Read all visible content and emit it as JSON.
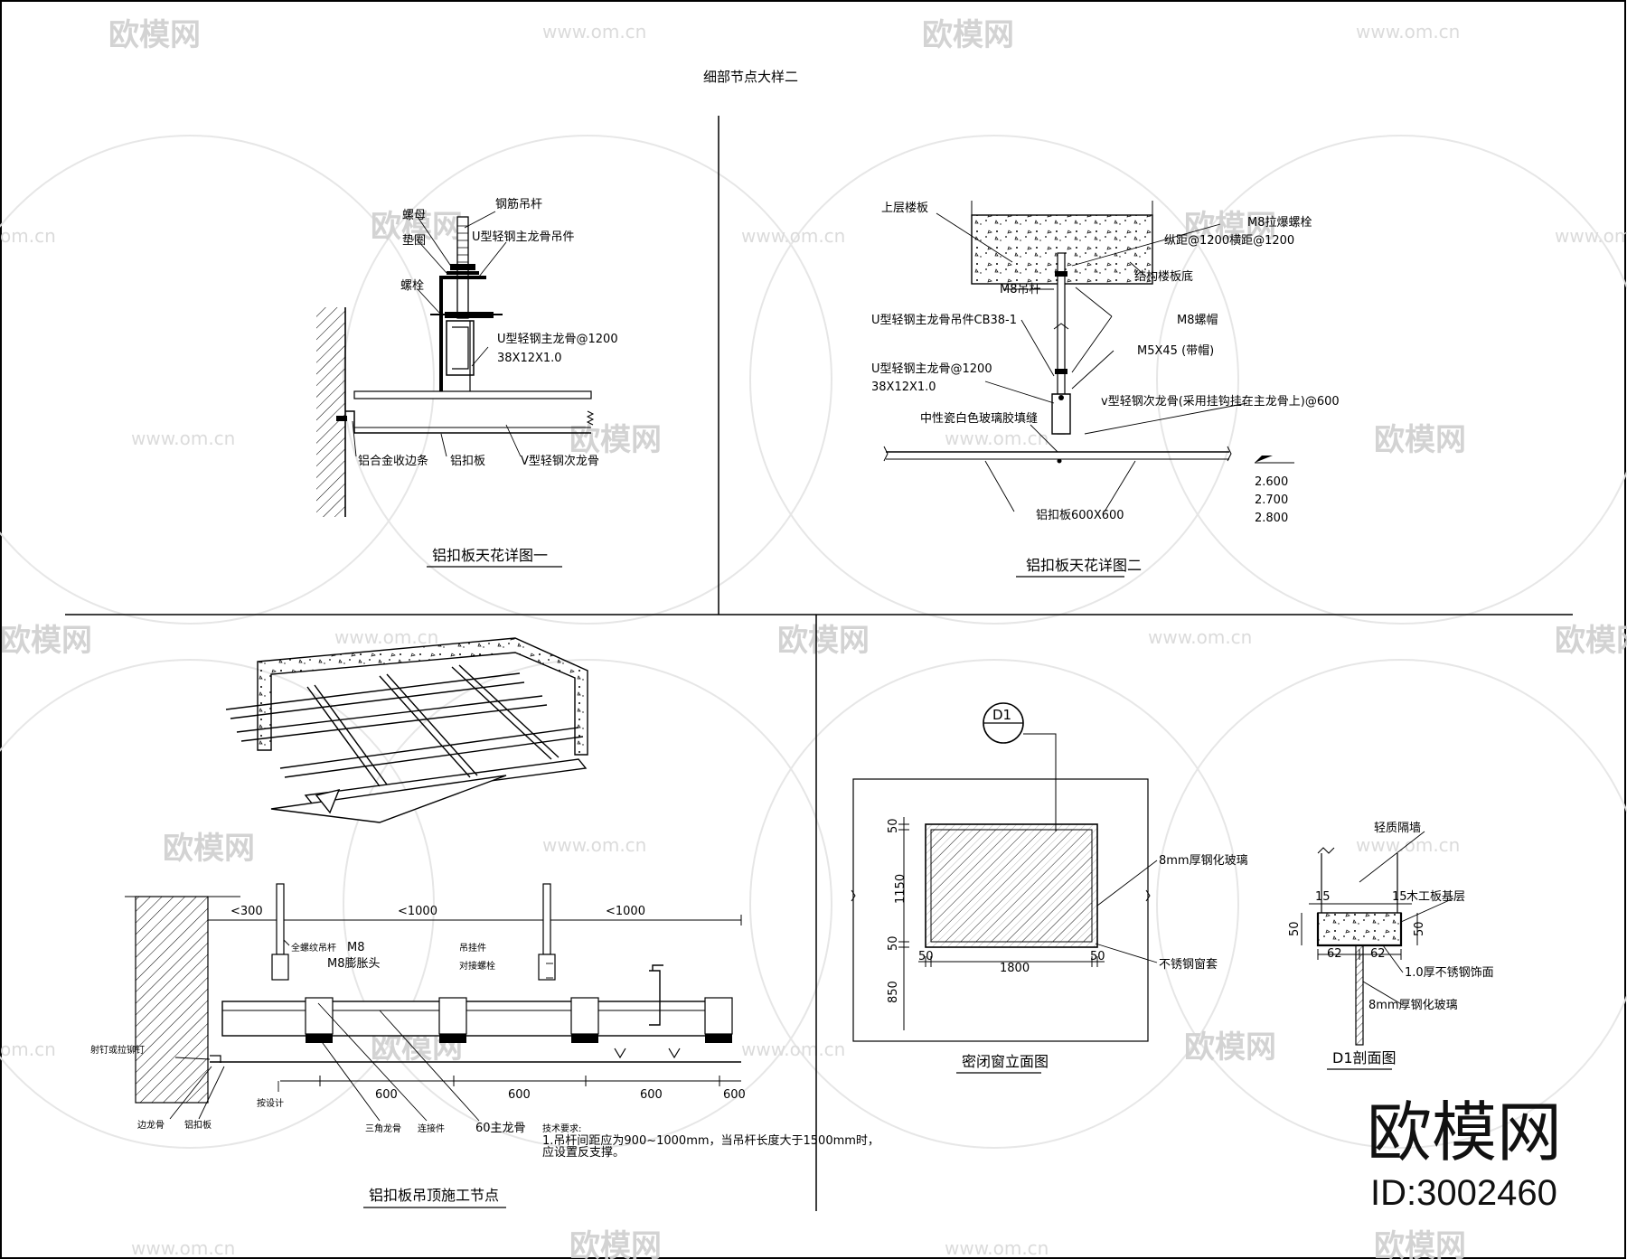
{
  "title": "细部节点大样二",
  "watermark": {
    "brand": "欧模网",
    "url": "www.om.cn",
    "url_short": "om.cn"
  },
  "brand": {
    "name": "欧模网",
    "id": "ID:3002460"
  },
  "detail1": {
    "caption": "铝扣板天花详图一",
    "labels": {
      "nut": "螺母",
      "washer": "垫圈",
      "rod": "钢筋吊杆",
      "hanger": "U型轻钢主龙骨吊件",
      "bolt": "螺栓",
      "main_keel": "U型轻钢主龙骨@1200",
      "main_keel_size": "38X12X1.0",
      "edge": "铝合金收边条",
      "panel": "铝扣板",
      "v_keel": "V型轻钢次龙骨"
    }
  },
  "detail2": {
    "caption": "铝扣板天花详图二",
    "labels": {
      "slab": "上层楼板",
      "anchor": "M8拉爆螺栓",
      "anchor_spacing": "纵距@1200横距@1200",
      "slab_bottom": "结构楼板底",
      "rod": "M8吊杆",
      "hanger": "U型轻钢主龙骨吊件CB38-1",
      "nut": "M8螺帽",
      "bolt": "M5X45 (带帽)",
      "main_keel": "U型轻钢主龙骨@1200",
      "main_keel_size": "38X12X1.0",
      "v_keel": "v型轻钢次龙骨(采用挂钩挂在主龙骨上)@600",
      "sealant": "中性瓷白色玻璃胶填缝",
      "panel": "铝扣板600X600"
    },
    "levels": [
      "2.600",
      "2.700",
      "2.800"
    ]
  },
  "detail3": {
    "caption": "铝扣板吊顶施工节点",
    "labels": {
      "rod": "全螺纹吊杆",
      "rod_size": "M8",
      "expansion": "M8膨胀头",
      "hanger": "吊挂件",
      "connector_bolt": "对接螺栓",
      "nail": "射钉或拉铆钉",
      "by_design": "按设计",
      "edge_keel": "边龙骨",
      "panel": "铝扣板",
      "tri_keel": "三角龙骨",
      "connector": "连接件",
      "main_keel": "60主龙骨"
    },
    "dims": [
      "<300",
      "<1000",
      "<1000",
      "600",
      "600",
      "600",
      "600"
    ],
    "notes_title": "技术要求:",
    "notes": [
      "1.吊杆间距应为900~1000mm，当吊杆长度大于1500mm时，",
      "应设置反支撑。"
    ]
  },
  "detail4": {
    "caption": "密闭窗立面图",
    "tag": "D1",
    "labels": {
      "glass": "8mm厚钢化玻璃",
      "frame": "不锈钢窗套"
    },
    "dims": {
      "top": "50",
      "height": "1150",
      "bottom": "50",
      "sill": "850",
      "left": "50",
      "width": "1800",
      "right": "50"
    }
  },
  "detail5": {
    "caption": "D1剖面图",
    "labels": {
      "wall": "轻质隔墙",
      "wood_base": "木工板基层",
      "ss_face": "1.0厚不锈钢饰面",
      "glass": "8mm厚钢化玻璃"
    },
    "dims": {
      "d15a": "15",
      "d15b": "15",
      "d50a": "50",
      "d50b": "50",
      "d62a": "62",
      "d62b": "62"
    }
  }
}
